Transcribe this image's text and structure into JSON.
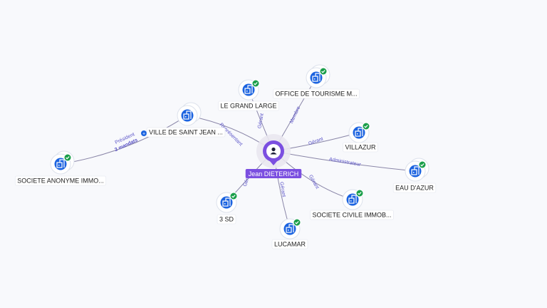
{
  "center": {
    "name": "Jean DIETERICH",
    "icon": "person-icon"
  },
  "colors": {
    "edge": "#8a86a8",
    "company_blue": "#1b63e0",
    "check_green": "#1a9e4a",
    "person_purple": "#7b4fe0",
    "label_text": "#5b54c8"
  },
  "companies": [
    {
      "id": "le-grand-large",
      "name": "LE GRAND LARGE",
      "role": "Gérant",
      "checked": true
    },
    {
      "id": "office-tourisme",
      "name": "OFFICE DE TOURISME M...",
      "role": "Membre",
      "checked": true
    },
    {
      "id": "villazur",
      "name": "VILLAZUR",
      "role": "Gérant",
      "checked": true
    },
    {
      "id": "eau-d-azur",
      "name": "EAU D'AZUR",
      "role": "Administrateur",
      "checked": true
    },
    {
      "id": "sci-immob",
      "name": "SOCIETE CIVILE IMMOB...",
      "role": "Gérant",
      "checked": true
    },
    {
      "id": "lucamar",
      "name": "LUCAMAR",
      "role": "Gérant",
      "checked": true
    },
    {
      "id": "3sd",
      "name": "3 SD",
      "role": "Gérant",
      "checked": true
    },
    {
      "id": "ville-saint-jean",
      "name": "VILLE DE SAINT JEAN ...",
      "role": "Représentant",
      "checked": false
    },
    {
      "id": "sa-immo",
      "name": "SOCIETE ANONYME IMMO...",
      "role": "Président",
      "extra": "2 mandats",
      "checked": true
    }
  ]
}
